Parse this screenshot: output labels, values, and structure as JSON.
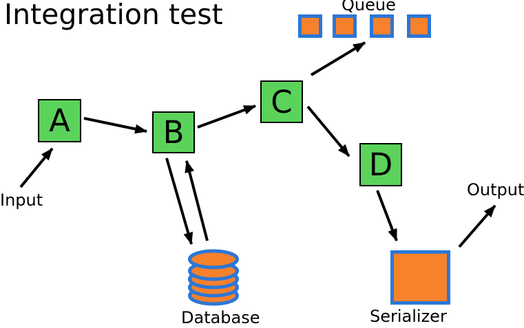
{
  "title": "Integration test",
  "nodes": {
    "a": {
      "label": "A"
    },
    "b": {
      "label": "B"
    },
    "c": {
      "label": "C"
    },
    "d": {
      "label": "D"
    }
  },
  "labels": {
    "queue": "Queue",
    "input": "Input",
    "output": "Output",
    "database": "Database",
    "serializer": "Serializer"
  },
  "queue": {
    "label": "Queue",
    "square_count": 4
  },
  "edges": [
    {
      "from": "Input",
      "to": "A"
    },
    {
      "from": "A",
      "to": "B"
    },
    {
      "from": "B",
      "to": "C"
    },
    {
      "from": "C",
      "to": "Queue"
    },
    {
      "from": "C",
      "to": "D"
    },
    {
      "from": "B",
      "to": "Database"
    },
    {
      "from": "Database",
      "to": "B"
    },
    {
      "from": "D",
      "to": "Serializer"
    },
    {
      "from": "Serializer",
      "to": "Output"
    }
  ],
  "colors": {
    "node_green": "#5BD35B",
    "accent_orange": "#F8812C",
    "accent_blue": "#2C77D6",
    "line_black": "#000000",
    "background": "#FFFFFF"
  }
}
